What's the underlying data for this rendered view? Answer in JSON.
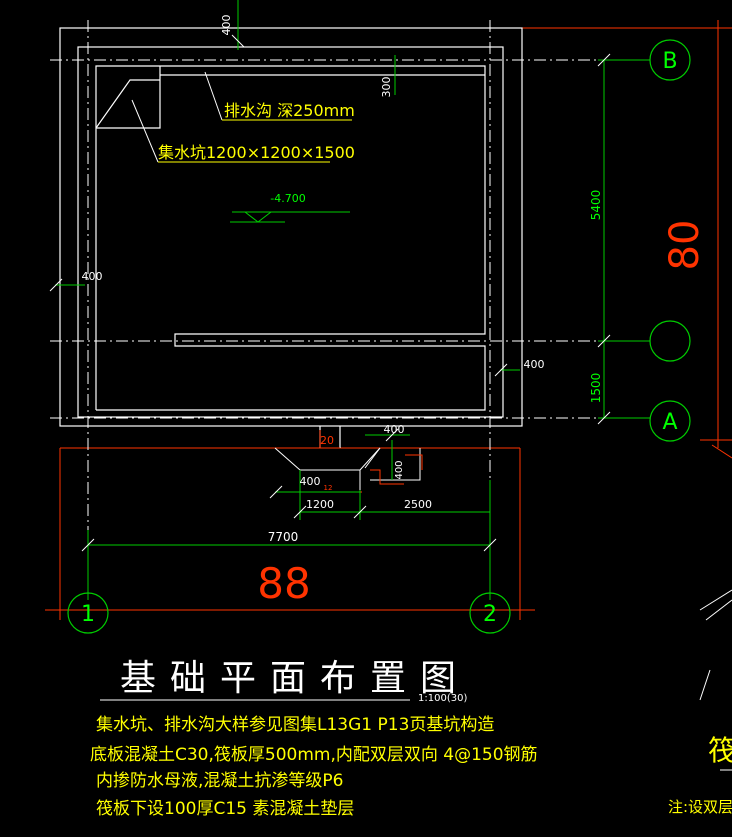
{
  "colors": {
    "background": "#000000",
    "wall": "#ffffff",
    "dimension": "#00cc00",
    "axis": "#ff3300",
    "grid_bubble": "#00cc00",
    "note_text": "#ffff00",
    "label_text": "#ffff00",
    "bubble_text": "#00ff00",
    "big_dim_text": "#ff3300",
    "title_text": "#ffffff",
    "scale_text": "#ffffff"
  },
  "dimensions": {
    "top_offset": "400",
    "drain_offset": "300",
    "left_offset": "400",
    "right_offset": "400",
    "ab_span": "5400",
    "a_to_aux": "1500",
    "overall_width": "7700",
    "pit_width_a": "1200",
    "pit_width_b": "2500",
    "pit_top": "400",
    "pit_side": "400",
    "pit_depth": "400",
    "pit_small": "12",
    "pit_gap": "20",
    "elevation": "-4.700"
  },
  "labels": {
    "drain": "排水沟 深250mm",
    "sump": "集水坑1200×1200×1500"
  },
  "grid_axes": {
    "b": "B",
    "a": "A",
    "one": "1",
    "two": "2"
  },
  "big_dims": {
    "right": "80",
    "bottom": "88"
  },
  "title": {
    "main": "基础平面布置图",
    "scale": "1:100(30)"
  },
  "notes": [
    "集水坑、排水沟大样参见图集L13G1 P13页基坑构造",
    "底板混凝土C30,筏板厚500mm,内配双层双向 4@150钢筋",
    "内掺防水母液,混凝土抗渗等级P6",
    "筏板下设100厚C15 素混凝土垫层"
  ],
  "partial": {
    "right_note": "注:设双层钢",
    "right_heading": "筏"
  }
}
